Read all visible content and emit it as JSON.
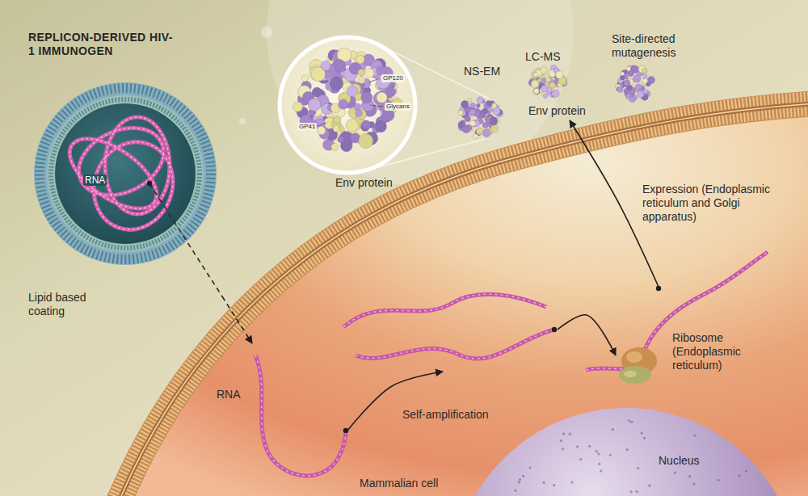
{
  "diagram": {
    "title": "REPLICON-DERIVED HIV-1 IMMUNOGEN",
    "nodes": [
      {
        "text": [
          "RNA",
          "Lipid based coating"
        ]
      },
      {
        "text": [
          "GP120",
          "Glycans",
          "GP41",
          "Env protein"
        ]
      },
      {
        "text": [
          "Env protein"
        ]
      },
      {
        "text": [
          "RNA"
        ]
      },
      {
        "text": [
          "Self-amplification"
        ]
      },
      {
        "text": [
          "Ribosome (Endoplasmic reticulum)"
        ]
      }
    ],
    "edges": [
      {
        "from": 0,
        "to": 3,
        "arrow": "to"
      },
      {
        "from": 3,
        "to": 4,
        "arrow": "to"
      },
      {
        "from": 4,
        "to": 5,
        "arrow": "to"
      },
      {
        "from": 5,
        "to": 2,
        "arrow": "to"
      }
    ],
    "labels": [
      "NS-EM",
      "LC-MS",
      "Site-directed mutagenesis",
      "Expression (Endoplasmic reticulum and Golgi apparatus)",
      "Nucleus",
      "Mammalian cell"
    ]
  }
}
